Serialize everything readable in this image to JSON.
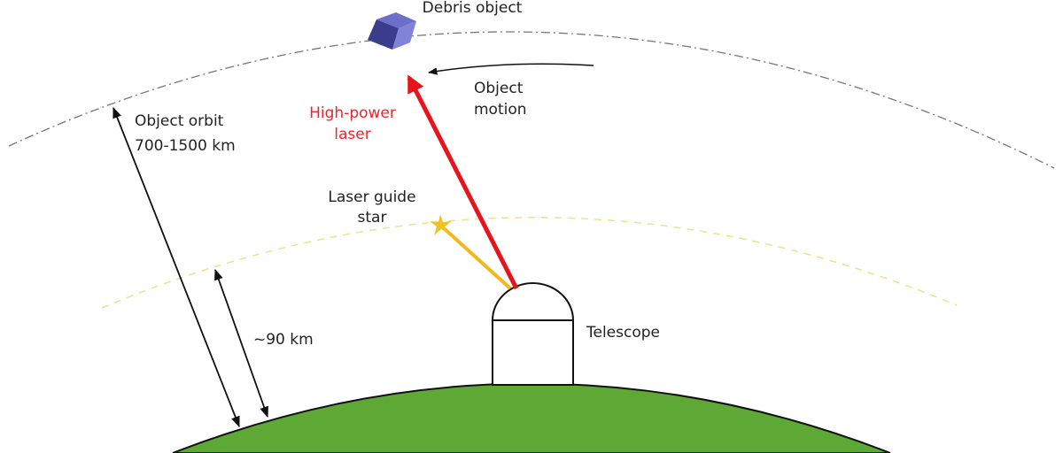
{
  "labels": {
    "debris": "Debris object",
    "orbit_line1": "Object orbit",
    "orbit_line2": "700-1500 km",
    "laser_line1": "High-power",
    "laser_line2": "laser",
    "motion_line1": "Object",
    "motion_line2": "motion",
    "guide_line1": "Laser guide",
    "guide_line2": "star",
    "altitude": "~90 km",
    "telescope": "Telescope"
  },
  "colors": {
    "earth": "#5ea836",
    "laser": "#e8141c",
    "guide_star": "#f2b81c",
    "debris": "#3b3c8c",
    "orbit": "#777777"
  }
}
